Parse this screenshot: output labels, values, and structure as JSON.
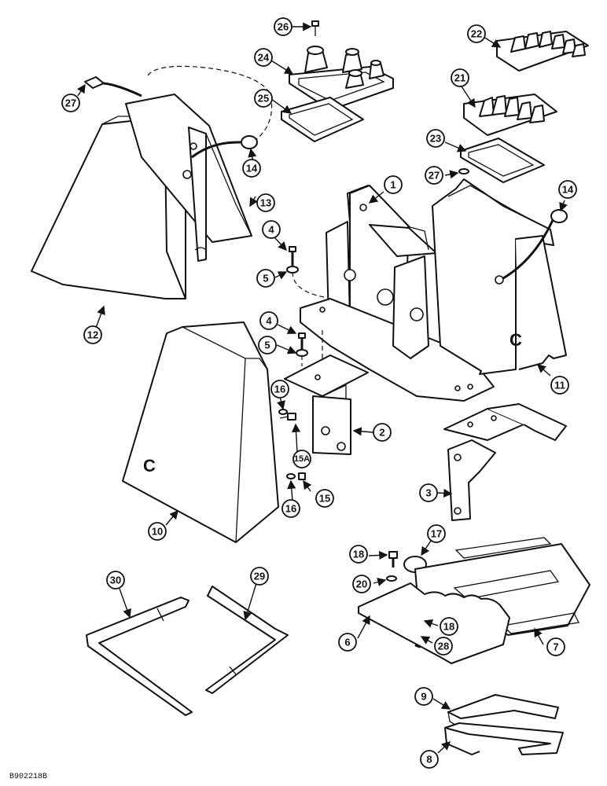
{
  "drawing_code": "B902218B",
  "panel_mark": "C",
  "callouts": [
    "1",
    "2",
    "3",
    "4",
    "4",
    "5",
    "5",
    "6",
    "7",
    "8",
    "9",
    "10",
    "11",
    "12",
    "13",
    "14",
    "14",
    "15",
    "15A",
    "16",
    "16",
    "17",
    "18",
    "18",
    "20",
    "21",
    "22",
    "23",
    "24",
    "25",
    "26",
    "27",
    "27",
    "28",
    "29",
    "30"
  ]
}
